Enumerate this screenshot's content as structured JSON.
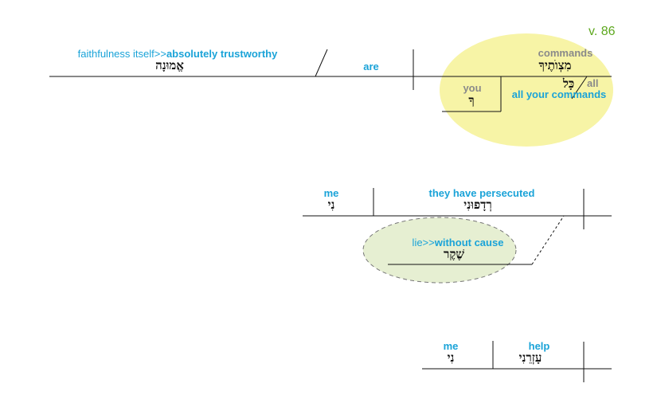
{
  "verse_label": "v. 86",
  "clause1": {
    "subject_gloss_plain": "faithfulness itself>>",
    "subject_gloss_bold": "absolutely trustworthy",
    "subject_hebrew": "אֱמוּנָה",
    "verb_gloss": "are",
    "predicate_gloss": "commands",
    "predicate_hebrew": "מִצְוֺתֶיךָ",
    "modifier_you_gloss": "you",
    "modifier_you_hebrew": "ךָ",
    "modifier_all_gloss": "all",
    "modifier_all_hebrew": "כָּל",
    "phrase_gloss": "all your commands"
  },
  "clause2": {
    "object_gloss": "me",
    "object_hebrew": "נִי",
    "verb_gloss": "they have persecuted",
    "verb_hebrew": "רְדָפוּנִי",
    "adverb_gloss_plain": "lie>>",
    "adverb_gloss_bold": "without cause",
    "adverb_hebrew": "שֶׁקֶר"
  },
  "clause3": {
    "object_gloss": "me",
    "object_hebrew": "נִי",
    "verb_gloss": "help",
    "verb_hebrew": "עָזְרֵנִי"
  },
  "colors": {
    "english": "#1aa3d8",
    "gray": "#8a8a8a",
    "verse": "#5da81e",
    "yellow_highlight": "#f7f4a6",
    "green_highlight": "#e6efd2"
  }
}
